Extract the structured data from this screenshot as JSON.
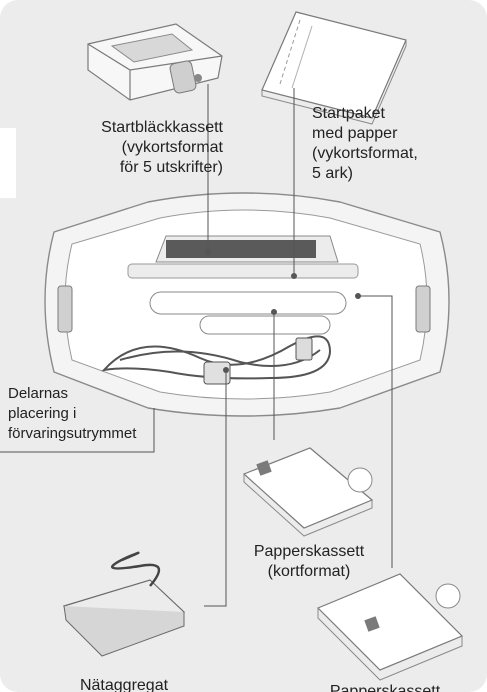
{
  "labels": {
    "ink_cassette": [
      "Startbläckkassett",
      "(vykortsformat",
      "för 5 utskrifter)"
    ],
    "paper_pack": [
      "Startpaket",
      "med papper",
      "(vykortsformat,",
      "5 ark)"
    ],
    "storage_placement": [
      "Delarnas",
      "placering i",
      "förvaringsutrymmet"
    ],
    "paper_cassette_card": [
      "Papperskassett",
      "(kortformat)"
    ],
    "power_adapter": [
      "Nätaggregat"
    ],
    "paper_cassette_other": [
      "Papperskassett"
    ]
  },
  "colors": {
    "background_panel": "#ececec",
    "line": "#555555",
    "outline": "#8a8a8a",
    "fill_light": "#ffffff",
    "fill_dark": "#5a5a5a"
  }
}
